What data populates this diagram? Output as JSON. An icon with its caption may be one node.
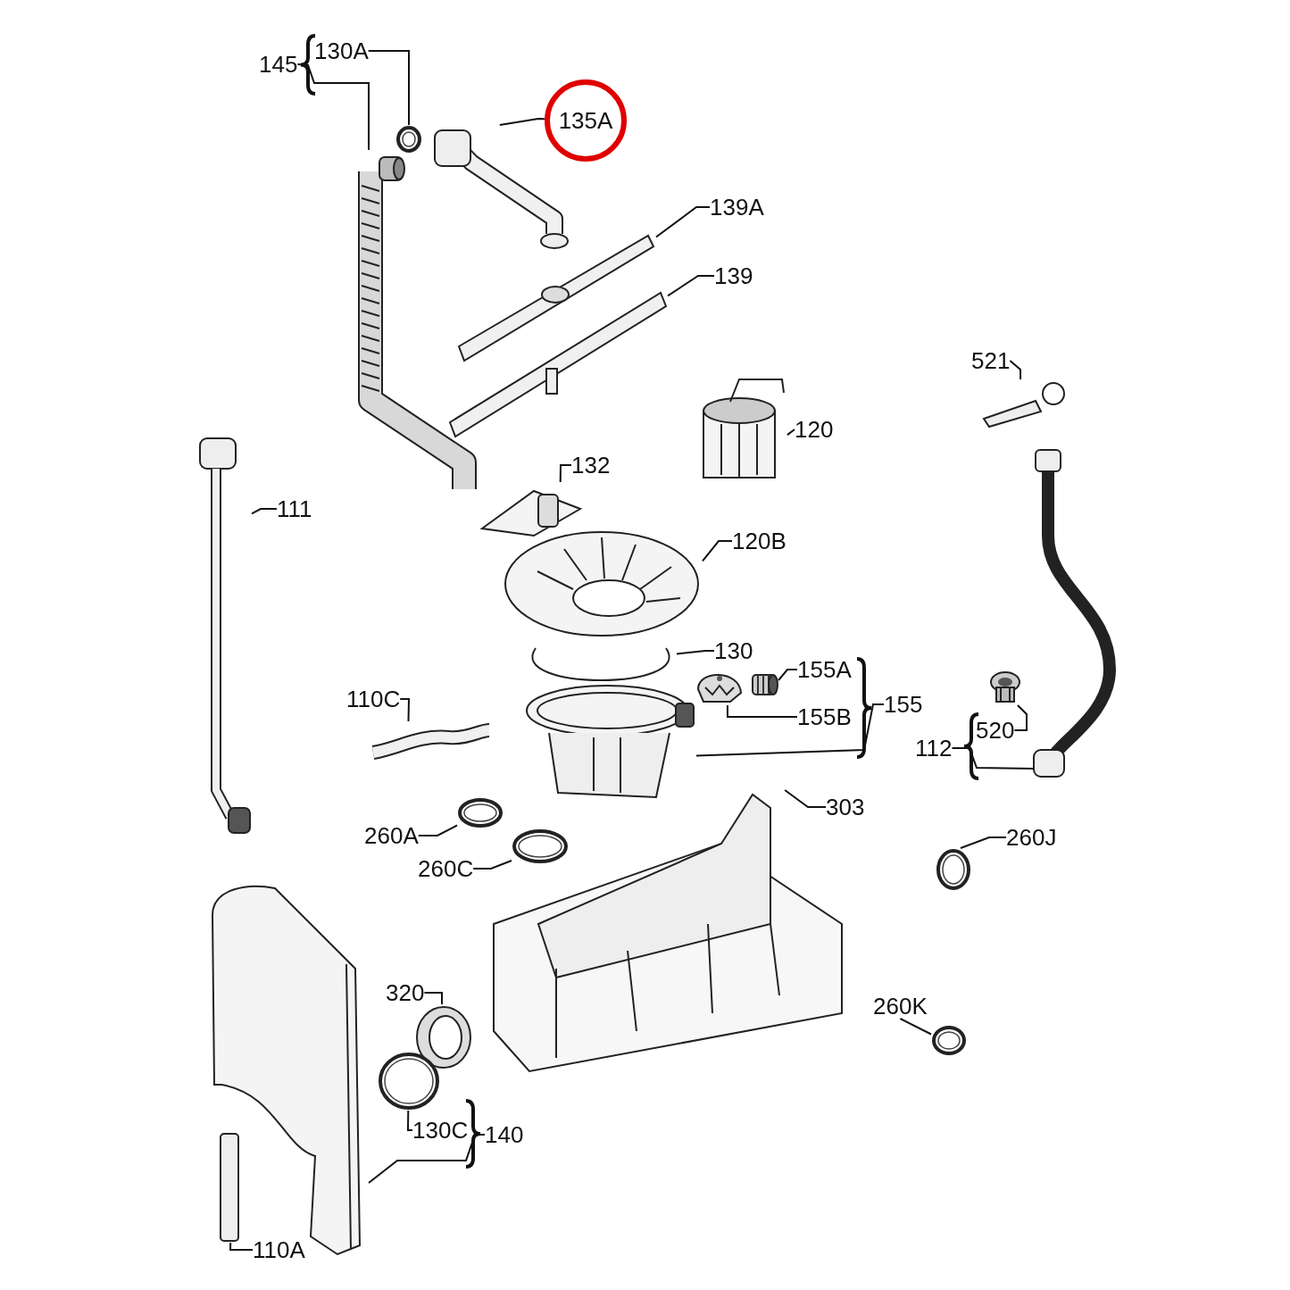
{
  "diagram": {
    "nodes": [
      {
        "text": [
          "145"
        ]
      },
      {
        "text": [
          "130A"
        ]
      },
      {
        "text": [
          "135A"
        ]
      },
      {
        "text": [
          "139A"
        ]
      },
      {
        "text": [
          "139"
        ]
      },
      {
        "text": [
          "521"
        ]
      },
      {
        "text": [
          "120"
        ]
      },
      {
        "text": [
          "132"
        ]
      },
      {
        "text": [
          "111"
        ]
      },
      {
        "text": [
          "120B"
        ]
      },
      {
        "text": [
          "130"
        ]
      },
      {
        "text": [
          "155A"
        ]
      },
      {
        "text": [
          "155"
        ]
      },
      {
        "text": [
          "110C"
        ]
      },
      {
        "text": [
          "155B"
        ]
      },
      {
        "text": [
          "520"
        ]
      },
      {
        "text": [
          "112"
        ]
      },
      {
        "text": [
          "303"
        ]
      },
      {
        "text": [
          "260A"
        ]
      },
      {
        "text": [
          "260J"
        ]
      },
      {
        "text": [
          "260C"
        ]
      },
      {
        "text": [
          "320"
        ]
      },
      {
        "text": [
          "260K"
        ]
      },
      {
        "text": [
          "130C"
        ]
      },
      {
        "text": [
          "140"
        ]
      },
      {
        "text": [
          "110A"
        ]
      },
      {
        "text": [],
        "shape": "picture"
      },
      {
        "text": [],
        "shape": "circle"
      },
      {
        "text": [],
        "shape": "picture"
      },
      {
        "text": [],
        "shape": "picture"
      },
      {
        "text": [],
        "shape": "picture"
      },
      {
        "text": [],
        "shape": "picture"
      },
      {
        "text": [],
        "shape": "picture"
      },
      {
        "text": [],
        "shape": "picture"
      },
      {
        "text": [],
        "shape": "picture"
      },
      {
        "text": [],
        "shape": "picture"
      },
      {
        "text": [],
        "shape": "picture"
      },
      {
        "text": [],
        "shape": "picture"
      },
      {
        "text": [],
        "shape": "picture"
      },
      {
        "text": [],
        "shape": "picture"
      },
      {
        "text": [],
        "shape": "picture"
      },
      {
        "text": [],
        "shape": "picture"
      },
      {
        "text": [],
        "shape": "picture"
      },
      {
        "text": [],
        "shape": "picture"
      },
      {
        "text": [],
        "shape": "circle"
      },
      {
        "text": [],
        "shape": "circle"
      },
      {
        "text": [],
        "shape": "circle"
      },
      {
        "text": [],
        "shape": "picture"
      },
      {
        "text": [],
        "shape": "circle"
      },
      {
        "text": [],
        "shape": "circle"
      },
      {
        "text": [],
        "shape": "picture"
      },
      {
        "text": [],
        "shape": "bar"
      }
    ],
    "edges": [
      {
        "from": 0,
        "to": 26,
        "arrow": "none"
      },
      {
        "from": 1,
        "to": 27,
        "arrow": "none"
      },
      {
        "from": 2,
        "to": 28,
        "arrow": "none"
      },
      {
        "from": 3,
        "to": 29,
        "arrow": "none"
      },
      {
        "from": 4,
        "to": 30,
        "arrow": "none"
      },
      {
        "from": 5,
        "to": 31,
        "arrow": "none"
      },
      {
        "from": 6,
        "to": 32,
        "arrow": "none"
      },
      {
        "from": 7,
        "to": 33,
        "arrow": "none"
      },
      {
        "from": 8,
        "to": 34,
        "arrow": "none"
      },
      {
        "from": 9,
        "to": 35,
        "arrow": "none"
      },
      {
        "from": 10,
        "to": 36,
        "arrow": "none"
      },
      {
        "from": 11,
        "to": 37,
        "arrow": "none"
      },
      {
        "from": 12,
        "to": 39,
        "arrow": "none"
      },
      {
        "from": 13,
        "to": 40,
        "arrow": "none"
      },
      {
        "from": 14,
        "to": 38,
        "arrow": "none"
      },
      {
        "from": 15,
        "to": 41,
        "arrow": "none"
      },
      {
        "from": 16,
        "to": 42,
        "arrow": "none"
      },
      {
        "from": 17,
        "to": 43,
        "arrow": "none"
      },
      {
        "from": 18,
        "to": 44,
        "arrow": "none"
      },
      {
        "from": 19,
        "to": 45,
        "arrow": "none"
      },
      {
        "from": 20,
        "to": 46,
        "arrow": "none"
      },
      {
        "from": 21,
        "to": 47,
        "arrow": "none"
      },
      {
        "from": 22,
        "to": 48,
        "arrow": "none"
      },
      {
        "from": 23,
        "to": 49,
        "arrow": "none"
      },
      {
        "from": 24,
        "to": 50,
        "arrow": "none"
      },
      {
        "from": 25,
        "to": 51,
        "arrow": "none"
      }
    ]
  }
}
